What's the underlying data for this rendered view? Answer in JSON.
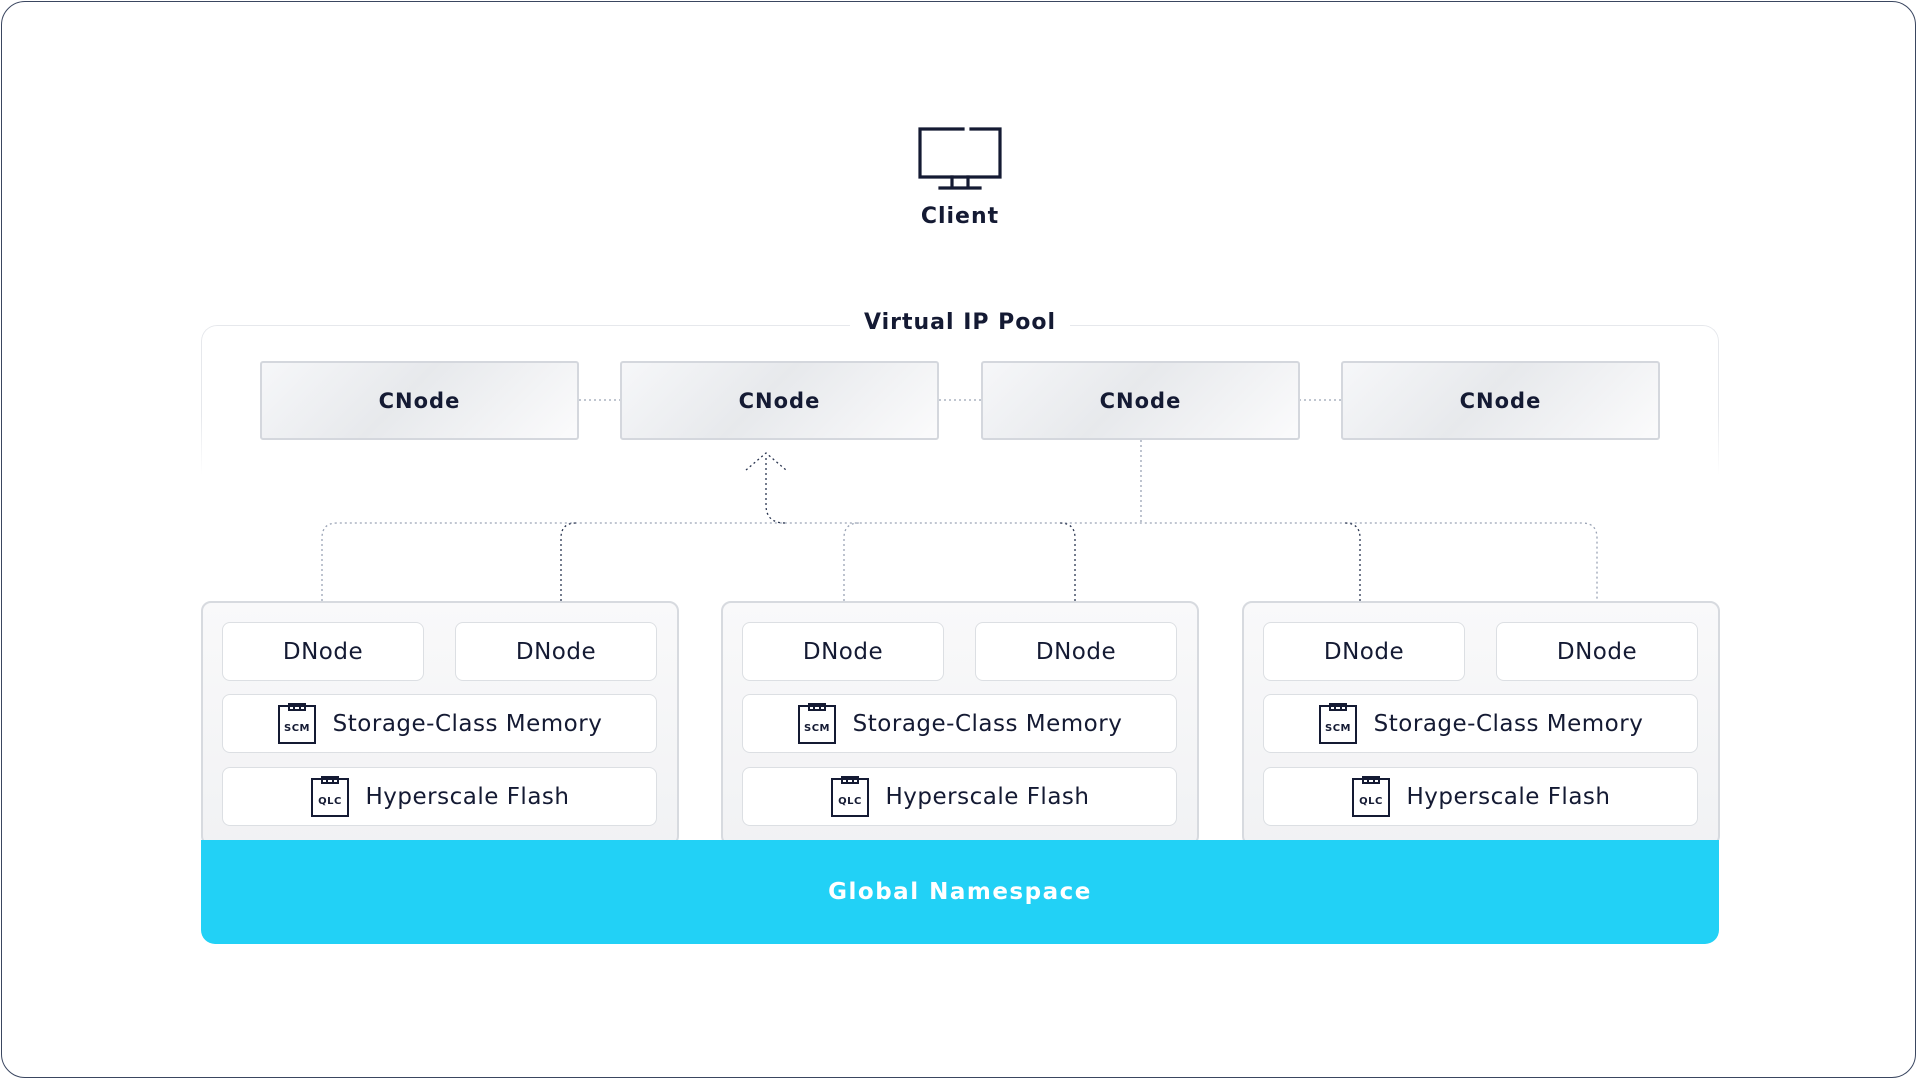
{
  "client": {
    "label": "Client",
    "icon": "monitor-icon"
  },
  "pool": {
    "label": "Virtual IP Pool"
  },
  "cnodes": [
    "CNode",
    "CNode",
    "CNode",
    "CNode"
  ],
  "groups": [
    {
      "dnodes": [
        "DNode",
        "DNode"
      ],
      "scm": {
        "chip": "SCM",
        "label": "Storage-Class Memory"
      },
      "flash": {
        "chip": "QLC",
        "label": "Hyperscale Flash"
      }
    },
    {
      "dnodes": [
        "DNode",
        "DNode"
      ],
      "scm": {
        "chip": "SCM",
        "label": "Storage-Class Memory"
      },
      "flash": {
        "chip": "QLC",
        "label": "Hyperscale Flash"
      }
    },
    {
      "dnodes": [
        "DNode",
        "DNode"
      ],
      "scm": {
        "chip": "SCM",
        "label": "Storage-Class Memory"
      },
      "flash": {
        "chip": "QLC",
        "label": "Hyperscale Flash"
      }
    }
  ],
  "namespace": {
    "label": "Global Namespace",
    "color": "#22d1f6"
  }
}
